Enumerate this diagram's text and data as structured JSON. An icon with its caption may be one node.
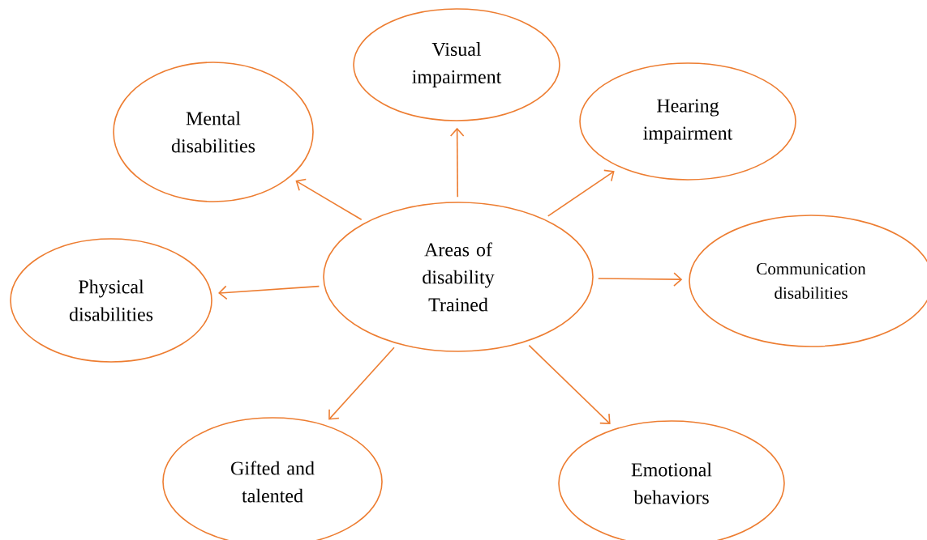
{
  "diagram": {
    "nodes": [
      {
        "text": [
          "Areas of disability Trained"
        ]
      },
      {
        "text": [
          "Mental disabilities"
        ]
      },
      {
        "text": [
          "Visual impairment"
        ]
      },
      {
        "text": [
          "Hearing impairment"
        ]
      },
      {
        "text": [
          "Physical disabilities"
        ]
      },
      {
        "text": [
          "Communication disabilities"
        ]
      },
      {
        "text": [
          "Gifted and talented"
        ]
      },
      {
        "text": [
          "Emotional behaviors"
        ]
      }
    ],
    "edges": [
      {
        "from": 0,
        "to": 1,
        "arrow": "to"
      },
      {
        "from": 0,
        "to": 2,
        "arrow": "to"
      },
      {
        "from": 0,
        "to": 3,
        "arrow": "to"
      },
      {
        "from": 0,
        "to": 4,
        "arrow": "to"
      },
      {
        "from": 0,
        "to": 5,
        "arrow": "to"
      },
      {
        "from": 0,
        "to": 6,
        "arrow": "to"
      },
      {
        "from": 0,
        "to": 7,
        "arrow": "to"
      }
    ]
  }
}
